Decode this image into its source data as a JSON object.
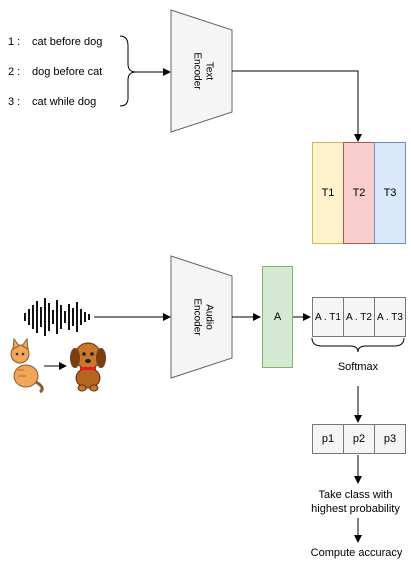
{
  "captions": [
    {
      "num": "1 :",
      "text": "cat before dog"
    },
    {
      "num": "2 :",
      "text": "dog before cat"
    },
    {
      "num": "3 :",
      "text": "cat while dog"
    }
  ],
  "text_encoder": {
    "line1": "Text",
    "line2": "Encoder"
  },
  "audio_encoder": {
    "line1": "Audio",
    "line2": "Encoder"
  },
  "text_embeddings": [
    {
      "label": "T1",
      "color": "#fff2cc"
    },
    {
      "label": "T2",
      "color": "#f8cecc"
    },
    {
      "label": "T3",
      "color": "#dae8fc"
    }
  ],
  "audio_embedding": {
    "label": "A",
    "color": "#d5e8d4"
  },
  "similarities": [
    "A . T1",
    "A . T2",
    "A . T3"
  ],
  "softmax_label": "Softmax",
  "probabilities": [
    "p1",
    "p2",
    "p3"
  ],
  "step_take_class": {
    "line1": "Take class with",
    "line2": "highest probability"
  },
  "step_accuracy": "Compute accuracy"
}
